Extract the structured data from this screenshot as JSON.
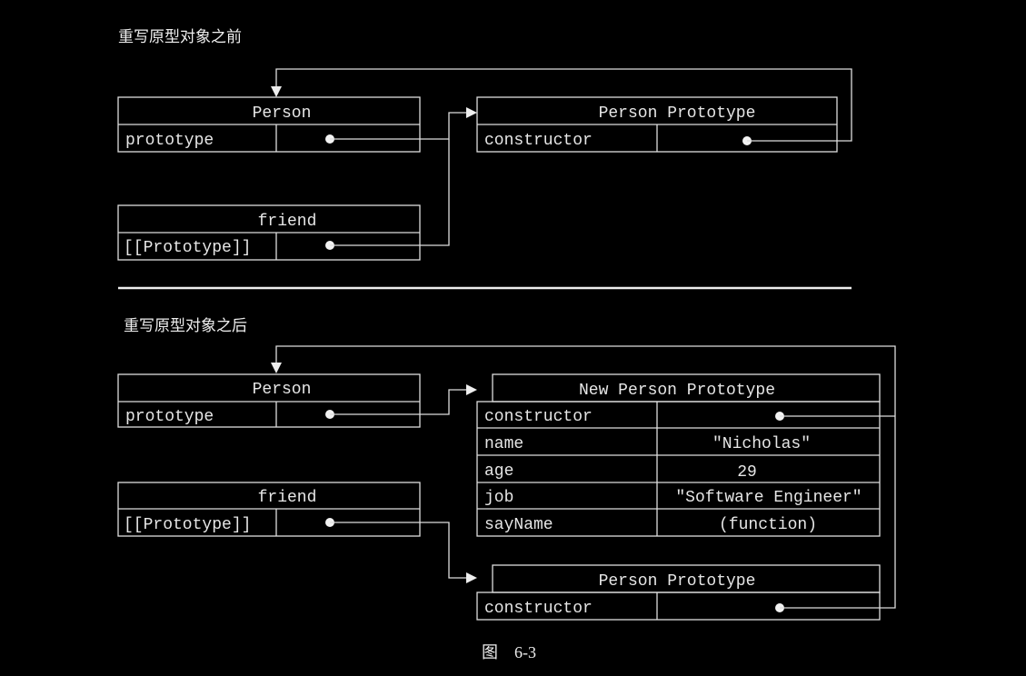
{
  "before": {
    "heading": "重写原型对象之前",
    "person": {
      "title": "Person",
      "field": "prototype"
    },
    "friend": {
      "title": "friend",
      "field": "[[Prototype]]"
    },
    "proto": {
      "title": "Person Prototype",
      "field": "constructor"
    }
  },
  "after": {
    "heading": "重写原型对象之后",
    "person": {
      "title": "Person",
      "field": "prototype"
    },
    "friend": {
      "title": "friend",
      "field": "[[Prototype]]"
    },
    "new_proto": {
      "title": "New Person Prototype",
      "rows": [
        {
          "key": "constructor",
          "value": ""
        },
        {
          "key": "name",
          "value": "\"Nicholas\""
        },
        {
          "key": "age",
          "value": "29"
        },
        {
          "key": "job",
          "value": "\"Software Engineer\""
        },
        {
          "key": "sayName",
          "value": "(function)"
        }
      ]
    },
    "old_proto": {
      "title": "Person Prototype",
      "field": "constructor"
    }
  },
  "caption": "图　6-3",
  "colors": {
    "background": "#000000",
    "foreground": "#dddddd"
  }
}
